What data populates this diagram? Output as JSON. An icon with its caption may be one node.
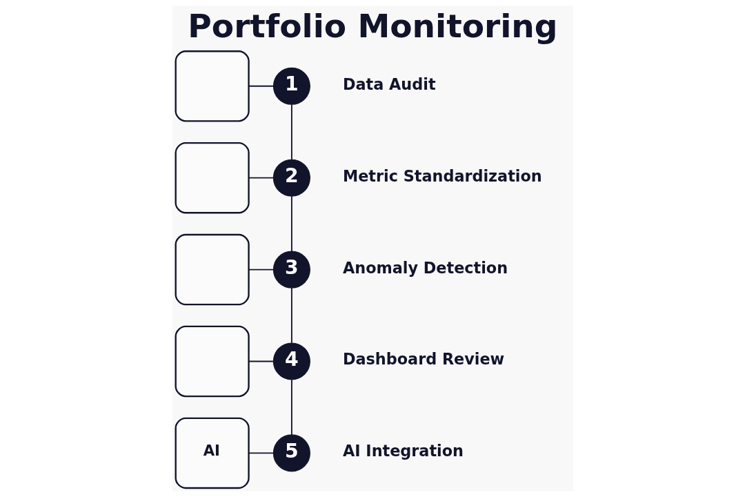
{
  "diagram": {
    "title": "Portfolio Monitoring",
    "nodes": [
      {
        "text": [],
        "shape": "box"
      },
      {
        "text": [
          "1"
        ],
        "beside": [
          "Data Audit"
        ]
      },
      {
        "text": [],
        "shape": "box"
      },
      {
        "text": [
          "2"
        ],
        "beside": [
          "Metric Standardization"
        ]
      },
      {
        "text": [],
        "shape": "box"
      },
      {
        "text": [
          "3"
        ],
        "beside": [
          "Anomaly Detection"
        ]
      },
      {
        "text": [],
        "shape": "box"
      },
      {
        "text": [
          "4"
        ],
        "beside": [
          "Dashboard Review"
        ]
      },
      {
        "text": [
          "AI"
        ]
      },
      {
        "text": [
          "5"
        ],
        "beside": [
          "AI Integration"
        ]
      }
    ],
    "edges": [
      {
        "from": 0,
        "to": 1,
        "arrow": "none"
      },
      {
        "from": 1,
        "to": 3,
        "arrow": "none"
      },
      {
        "from": 2,
        "to": 3,
        "arrow": "none"
      },
      {
        "from": 3,
        "to": 5,
        "arrow": "none"
      },
      {
        "from": 4,
        "to": 5,
        "arrow": "none"
      },
      {
        "from": 5,
        "to": 7,
        "arrow": "none"
      },
      {
        "from": 6,
        "to": 7,
        "arrow": "none"
      },
      {
        "from": 7,
        "to": 9,
        "arrow": "none"
      },
      {
        "from": 8,
        "to": 9,
        "arrow": "none"
      }
    ]
  }
}
